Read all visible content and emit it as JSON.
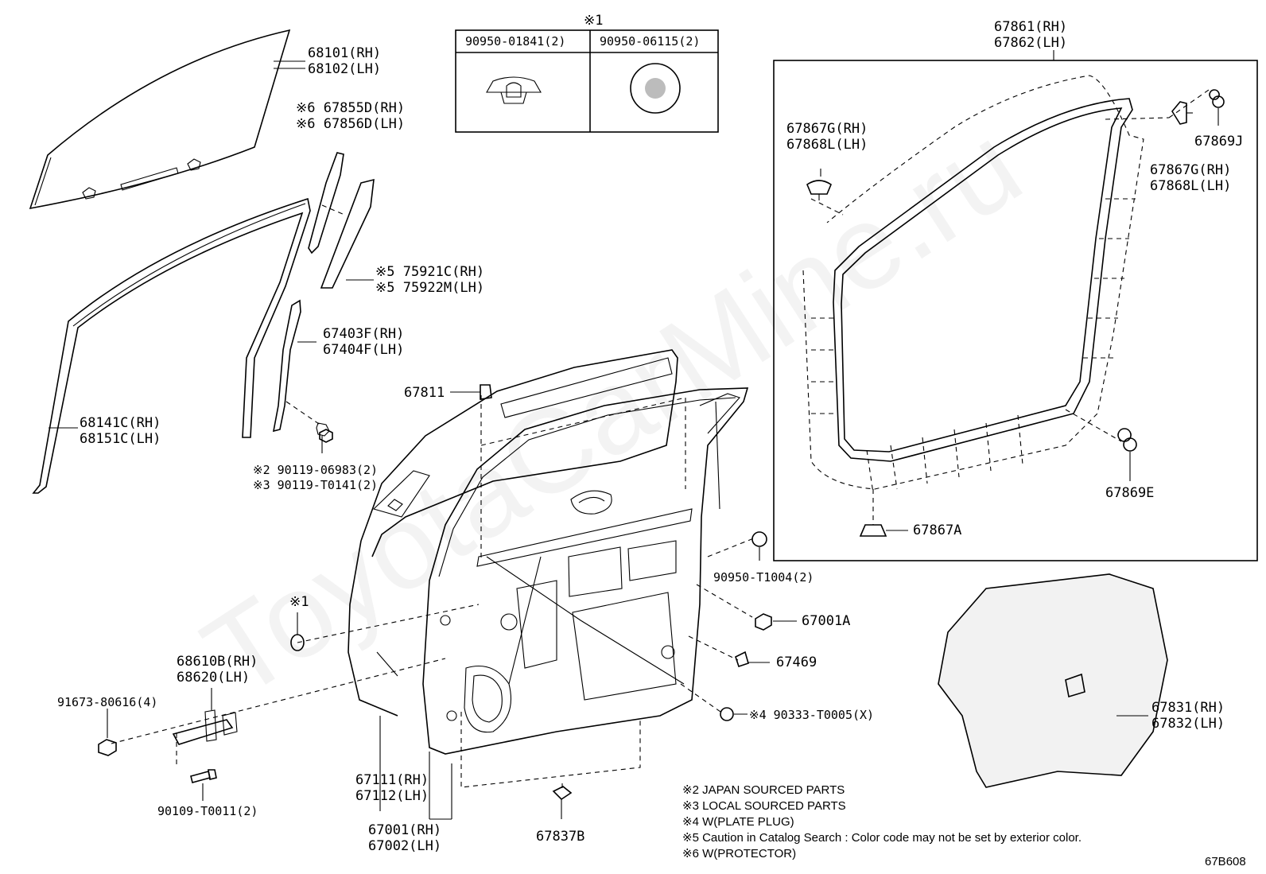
{
  "watermark": "ToyotaCarMine.ru",
  "footer_code": "67B608",
  "inset_table": {
    "marker": "※1",
    "col1": "90950-01841(2)",
    "col2": "90950-06115(2)"
  },
  "labels": {
    "l68101": [
      "68101(RH)",
      "68102(LH)"
    ],
    "l67855": [
      "※6 67855D(RH)",
      "※6 67856D(LH)"
    ],
    "l75921": [
      "※5 75921C(RH)",
      "※5 75922M(LH)"
    ],
    "l67403": [
      "67403F(RH)",
      "67404F(LH)"
    ],
    "l68141": [
      "68141C(RH)",
      "68151C(LH)"
    ],
    "l90119": [
      "※2 90119-06983(2)",
      "※3 90119-T0141(2)"
    ],
    "l67811": "67811",
    "l67861": [
      "67861(RH)",
      "67862(LH)"
    ],
    "l67867g_left": [
      "67867G(RH)",
      "67868L(LH)"
    ],
    "l67869j": "67869J",
    "l67867g_right": [
      "67867G(RH)",
      "67868L(LH)"
    ],
    "l67869e": "67869E",
    "l67867a": "67867A",
    "l90950t": "90950-T1004(2)",
    "l67001a": "67001A",
    "l67469": "67469",
    "l90333": "※4 90333-T0005(X)",
    "lmark1": "※1",
    "l68610": [
      "68610B(RH)",
      "68620(LH)"
    ],
    "l91673": "91673-80616(4)",
    "l90109": "90109-T0011(2)",
    "l67111": [
      "67111(RH)",
      "67112(LH)"
    ],
    "l67001": [
      "67001(RH)",
      "67002(LH)"
    ],
    "l67837b": "67837B",
    "l67831": [
      "67831(RH)",
      "67832(LH)"
    ]
  },
  "notes": [
    "※2 JAPAN SOURCED PARTS",
    "※3 LOCAL SOURCED PARTS",
    "※4 W(PLATE PLUG)",
    "※5 Caution in Catalog Search : Color code may not be set by exterior color.",
    "※6 W(PROTECTOR)"
  ]
}
